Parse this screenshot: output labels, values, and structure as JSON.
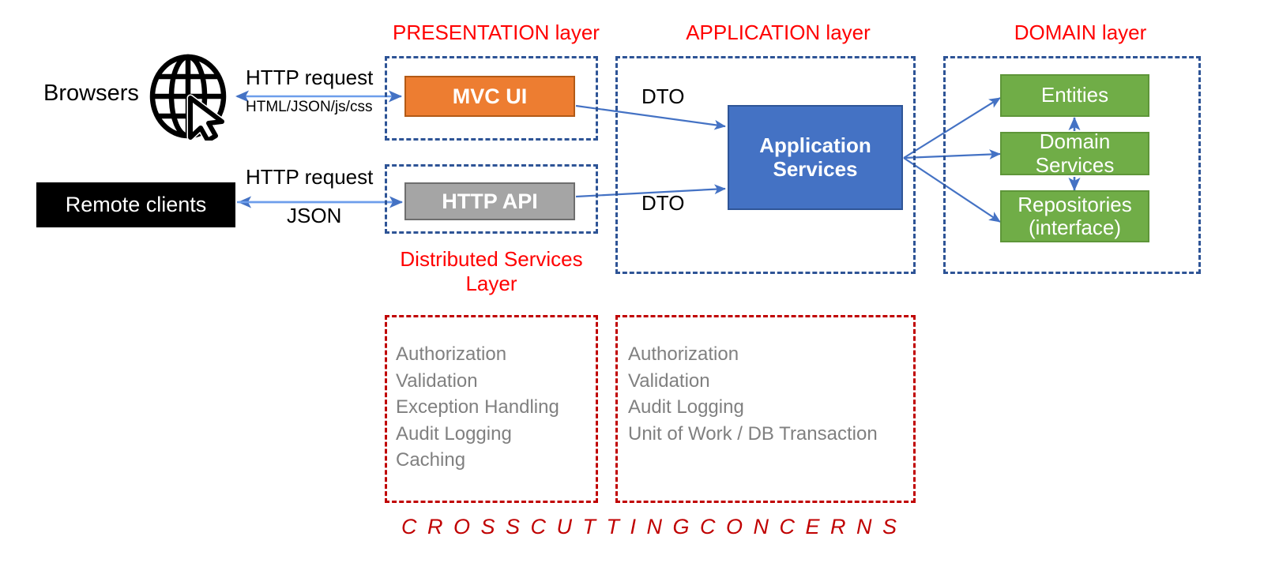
{
  "diagram": {
    "title": "Layered application architecture diagram",
    "colors": {
      "layer_title": "#FF0000",
      "layer_border": "#2E5496",
      "mvc_ui": "#ED7D31",
      "http_api": "#A5A5A5",
      "application_services": "#4472C4",
      "domain_boxes": "#70AD47",
      "remote_clients": "#000000",
      "cross_cutting_border": "#C00000",
      "cross_cutting_text": "#808080",
      "arrow": "#4472C4"
    }
  },
  "layers": {
    "presentation": {
      "title": "PRESENTATION layer"
    },
    "application": {
      "title": "APPLICATION layer"
    },
    "domain": {
      "title": "DOMAIN layer"
    }
  },
  "actors": {
    "browsers": {
      "label": "Browsers",
      "icon": "globe-cursor-icon"
    },
    "remote_clients": {
      "label": "Remote clients"
    }
  },
  "components": {
    "mvc_ui": {
      "label": "MVC UI"
    },
    "http_api": {
      "label": "HTTP API"
    },
    "application_services": {
      "label": "Application\nServices",
      "line1": "Application",
      "line2": "Services"
    },
    "entities": {
      "label": "Entities"
    },
    "domain_services": {
      "label": "Domain Services"
    },
    "repositories": {
      "line1": "Repositories",
      "line2": "(interface)"
    }
  },
  "edge_labels": {
    "browser_request": "HTTP request",
    "browser_response": "HTML/JSON/js/css",
    "client_request": "HTTP request",
    "client_response": "JSON",
    "dto_top": "DTO",
    "dto_bottom": "DTO"
  },
  "distributed_services": {
    "title_line1": "Distributed Services",
    "title_line2": "Layer"
  },
  "cross_cutting": {
    "footer": "C R O S S    C U T T I N G    C O N C E R N S",
    "presentation_concerns": [
      "Authorization",
      "Validation",
      "Exception Handling",
      "Audit Logging",
      "Caching"
    ],
    "application_concerns": [
      "Authorization",
      "Validation",
      "Audit Logging",
      "Unit of Work / DB Transaction"
    ]
  }
}
